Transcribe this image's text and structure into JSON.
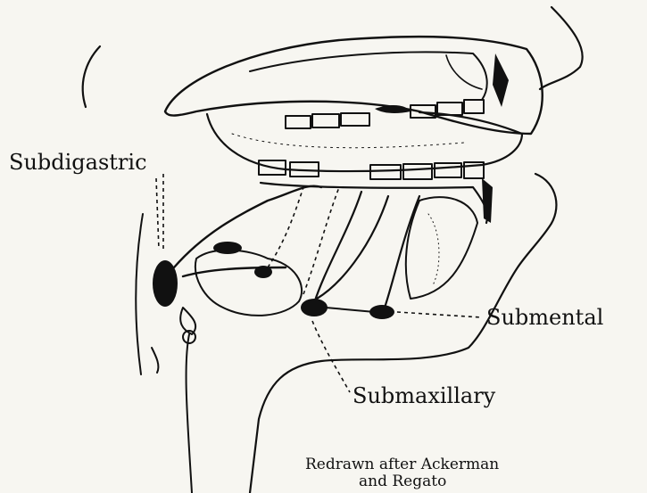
{
  "labels": {
    "subdigastric": "Subdigastric",
    "submental": "Submental",
    "submaxillary": "Submaxillary",
    "credit_line1": "Redrawn after Ackerman",
    "credit_line2": "and Regato"
  },
  "colors": {
    "paper": "#f7f6f1",
    "ink": "#111111"
  }
}
